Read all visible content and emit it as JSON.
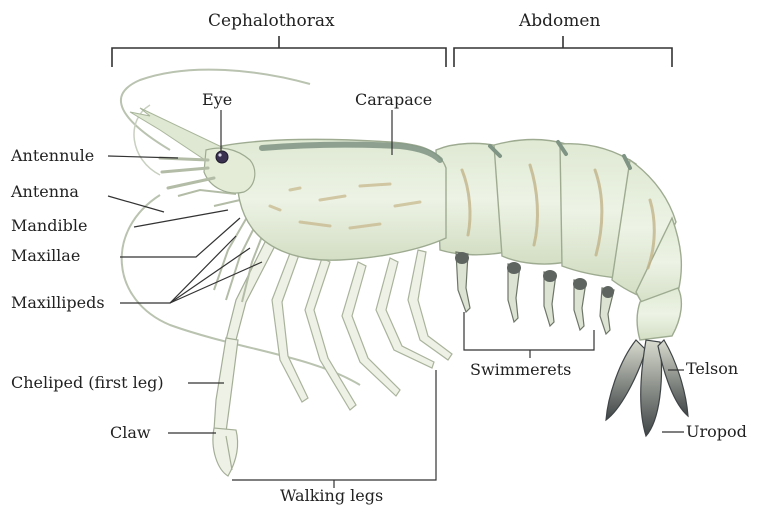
{
  "figure": {
    "regions": {
      "cephalothorax": "Cephalothorax",
      "abdomen": "Abdomen"
    },
    "labels": {
      "eye": "Eye",
      "carapace": "Carapace",
      "antennule": "Antennule",
      "antenna": "Antenna",
      "mandible": "Mandible",
      "maxillae": "Maxillae",
      "maxillipeds": "Maxillipeds",
      "cheliped": "Cheliped (first leg)",
      "claw": "Claw",
      "walking_legs": "Walking legs",
      "swimmerets": "Swimmerets",
      "telson": "Telson",
      "uropod": "Uropod"
    },
    "colors": {
      "body_fill": "#e9f0df",
      "body_shade": "#c9d6b8",
      "carapace_stripe": "#7f9484",
      "spots": "#c8b98e",
      "eye": "#3a3150",
      "tail_dark": "#4f5456",
      "leader_lines": "#333333"
    }
  }
}
